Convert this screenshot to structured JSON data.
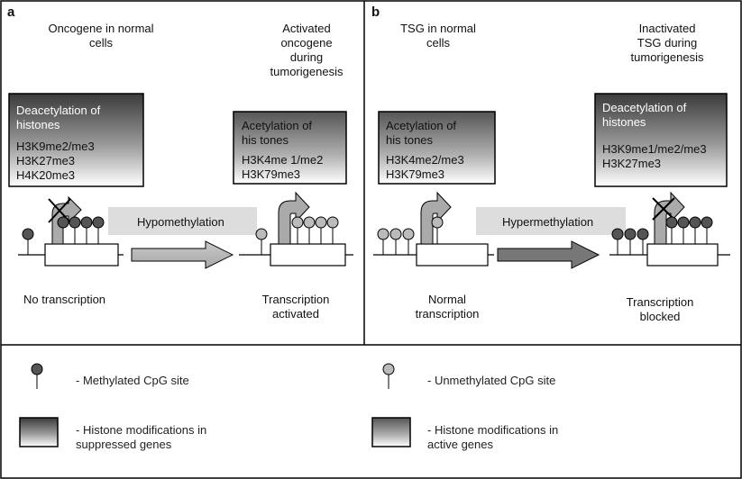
{
  "panel_a": {
    "letter": "a",
    "left_title": [
      "Oncogene in normal",
      "cells"
    ],
    "right_title": [
      "Activated",
      "oncogene",
      "during",
      "tumorigenesis"
    ],
    "left_box": {
      "title": [
        "Deacetylation of",
        "histones"
      ],
      "marks": [
        "H3K9me2/me3",
        "H3K27me3",
        "H4K20me3"
      ]
    },
    "right_box": {
      "title": [
        "Acetylation of",
        "his tones"
      ],
      "marks": [
        "H3K4me 1/me2",
        "H3K79me3"
      ]
    },
    "arrow_label": "Hypomethylation",
    "left_caption": "No transcription",
    "right_caption": [
      "Transcription",
      "activated"
    ]
  },
  "panel_b": {
    "letter": "b",
    "left_title": [
      "TSG in normal",
      "cells"
    ],
    "right_title": [
      "Inactivated",
      "TSG during",
      "tumorigenesis"
    ],
    "left_box": {
      "title": [
        "Acetylation of",
        "his tones"
      ],
      "marks": [
        "H3K4me2/me3",
        "H3K79me3"
      ]
    },
    "right_box": {
      "title": [
        "Deacetylation of",
        "histones"
      ],
      "marks": [
        "H3K9me1/me2/me3",
        "H3K27me3"
      ]
    },
    "arrow_label": "Hypermethylation",
    "left_caption": [
      "Normal",
      "transcription"
    ],
    "right_caption": [
      "Transcription",
      "blocked"
    ]
  },
  "legend": {
    "methylated": "- Methylated CpG site",
    "unmethylated": "- Unmethylated CpG site",
    "suppressed": [
      "- Histone modifications in",
      "suppressed genes"
    ],
    "active": [
      "- Histone modifications in",
      "active genes"
    ]
  },
  "colors": {
    "methylated_dot": "#555555",
    "unmethylated_dot": "#bbbbbb",
    "arrow_band": "#dddddd"
  }
}
